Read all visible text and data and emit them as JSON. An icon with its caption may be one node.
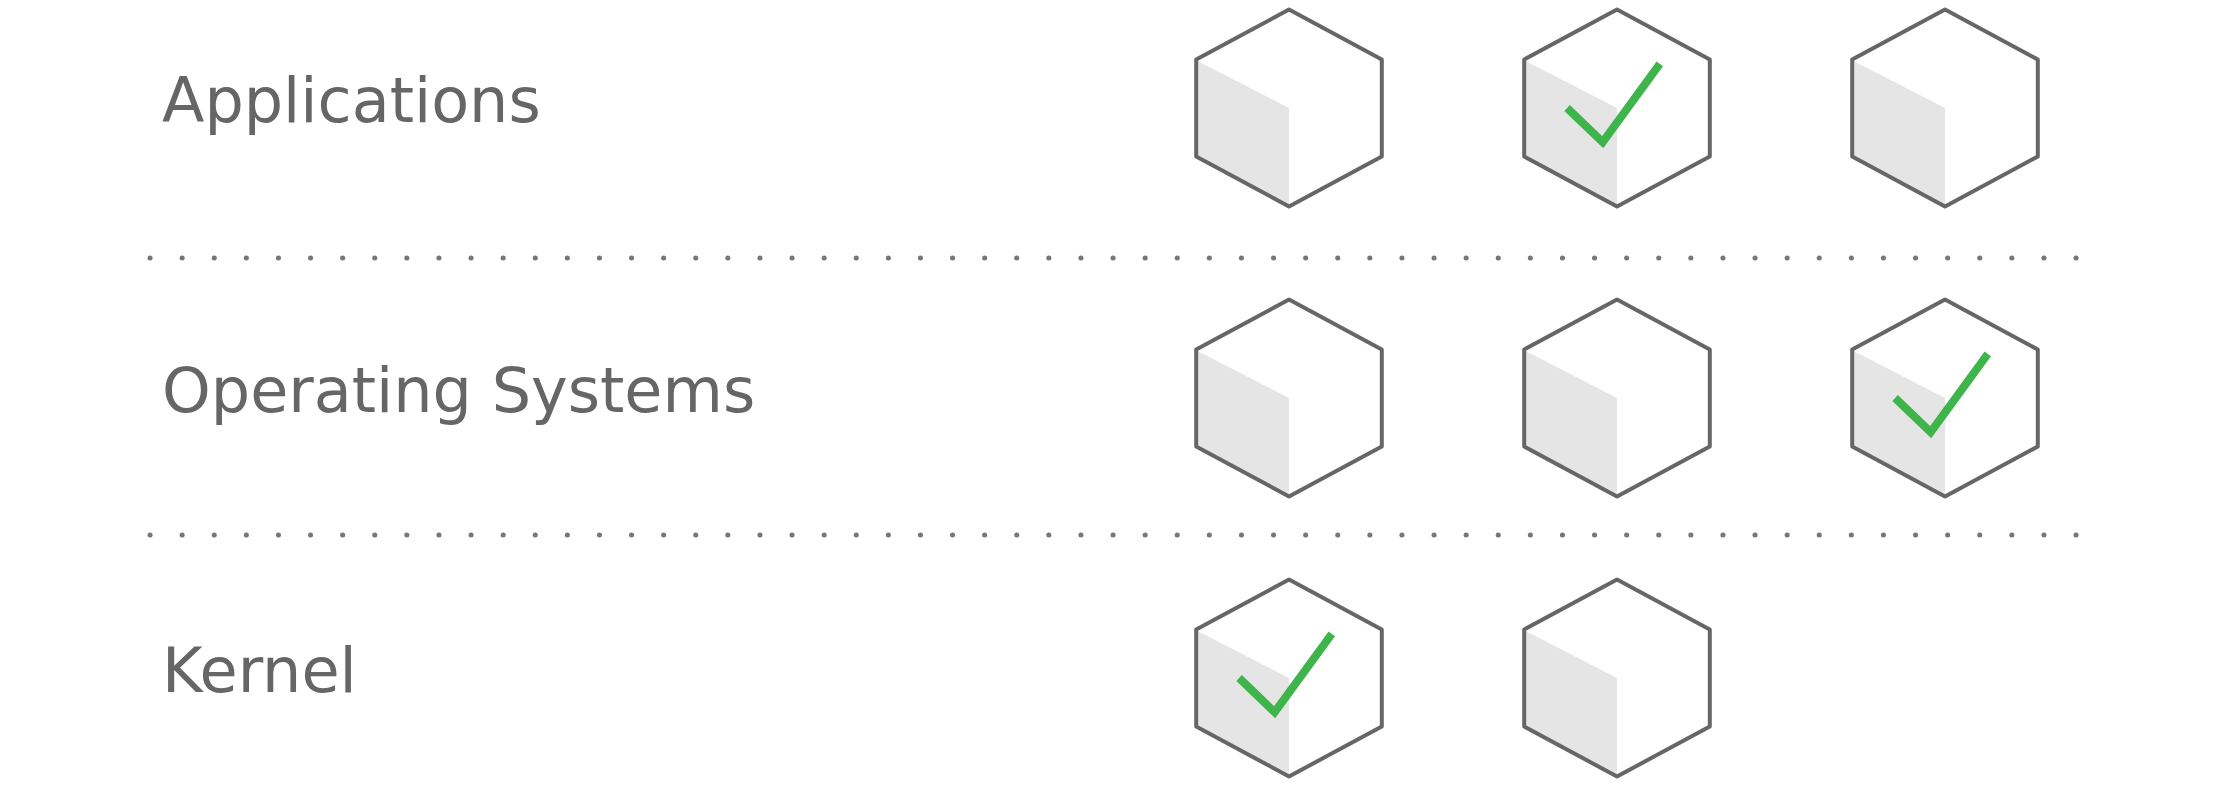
{
  "diagram": {
    "labels": [
      "Applications",
      "Operating Systems",
      "Kernel"
    ]
  }
}
